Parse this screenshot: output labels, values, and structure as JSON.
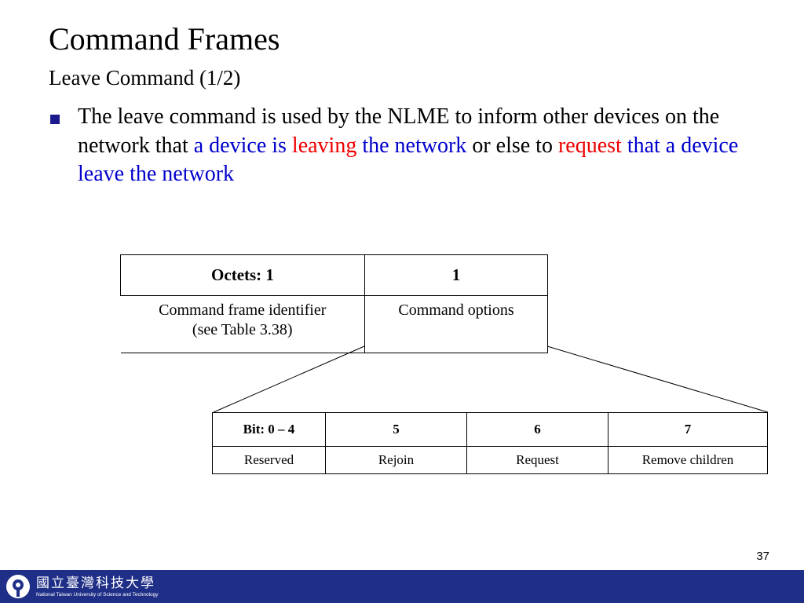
{
  "slide": {
    "title": "Command Frames",
    "subtitle": "Leave Command (1/2)",
    "bullet": {
      "t1": "The leave command is used by the NLME to inform other devices on the network that ",
      "t2": "a device is",
      "t3": " ",
      "t4": "leaving",
      "t5": " ",
      "t6": "the network",
      "t7": " or else to ",
      "t8": "request",
      "t9": " ",
      "t10": "that a device leave the network"
    },
    "page_number": "37"
  },
  "frame_table": {
    "headers": [
      "Octets: 1",
      "1"
    ],
    "cells": [
      "Command frame identifier",
      "(see Table 3.38)",
      "Command options"
    ]
  },
  "options_table": {
    "headers": [
      "Bit: 0 – 4",
      "5",
      "6",
      "7"
    ],
    "cells": [
      "Reserved",
      "Rejoin",
      "Request",
      "Remove children"
    ]
  },
  "footer": {
    "logo_text_cn": "國立臺灣科技大學",
    "logo_text_en": "National Taiwan University of Science and Technology"
  },
  "colors": {
    "highlight_blue": "#0000cc",
    "highlight_red": "#ee0000",
    "footer_bar": "#1f2f87",
    "bullet_marker": "#1a1a8c"
  }
}
